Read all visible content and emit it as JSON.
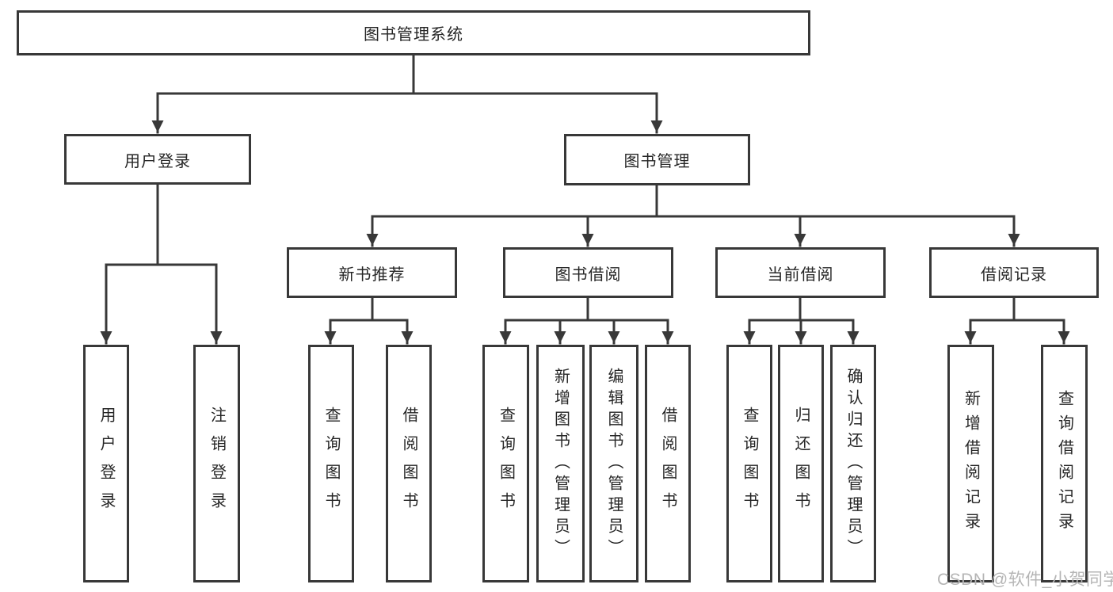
{
  "diagram": {
    "root": {
      "label": "图书管理系统"
    },
    "level2": [
      {
        "label": "用户登录"
      },
      {
        "label": "图书管理"
      }
    ],
    "level3": [
      {
        "label": "新书推荐"
      },
      {
        "label": "图书借阅"
      },
      {
        "label": "当前借阅"
      },
      {
        "label": "借阅记录"
      }
    ],
    "leaves": {
      "user_login": [
        {
          "label": "用户登录"
        },
        {
          "label": "注销登录"
        }
      ],
      "new_books": [
        {
          "label": "查询图书"
        },
        {
          "label": "借阅图书"
        }
      ],
      "book_borrow": [
        {
          "label": "查询图书"
        },
        {
          "label": "新增图书（管理员）"
        },
        {
          "label": "编辑图书（管理员）"
        },
        {
          "label": "借阅图书"
        }
      ],
      "current_borrow": [
        {
          "label": "查询图书"
        },
        {
          "label": "归还图书"
        },
        {
          "label": "确认归还（管理员）"
        }
      ],
      "borrow_records": [
        {
          "label": "新增借阅记录"
        },
        {
          "label": "查询借阅记录"
        }
      ]
    },
    "watermark": "CSDN @软件_小贺同学",
    "colors": {
      "line": "#383838",
      "text": "#262626",
      "watermark": "#b5b5b5",
      "background": "#ffffff"
    }
  }
}
